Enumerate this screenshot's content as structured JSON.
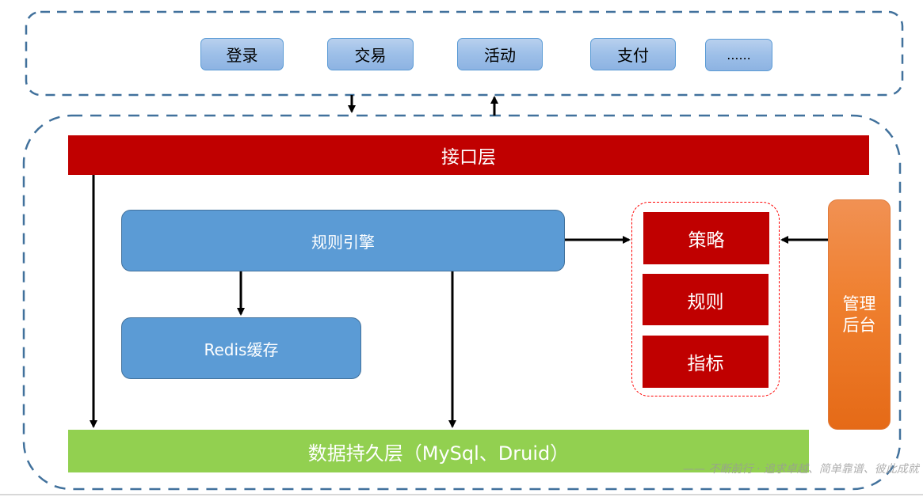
{
  "client_layer": {
    "buttons": [
      {
        "label": "登录"
      },
      {
        "label": "交易"
      },
      {
        "label": "活动"
      },
      {
        "label": "支付"
      },
      {
        "label": "......"
      }
    ]
  },
  "server": {
    "api_layer": {
      "label": "接口层"
    },
    "rule_engine": {
      "label": "规则引擎"
    },
    "redis_cache": {
      "label": "Redis缓存"
    },
    "policy_group": {
      "items": [
        {
          "label": "策略"
        },
        {
          "label": "规则"
        },
        {
          "label": "指标"
        }
      ]
    },
    "admin_console": {
      "label": "管理后台"
    },
    "data_layer": {
      "label": "数据持久层（MySql、Druid）"
    }
  },
  "colors": {
    "dashed_border": "#41719c",
    "api_layer": "#c00000",
    "rule_engine": "#5b9bd5",
    "policy_boxes": "#c00000",
    "policy_group_border": "#ff0000",
    "admin_console": "#ed7d31",
    "data_layer": "#92d050",
    "client_buttons": "#9dc3e6"
  },
  "watermark": {
    "text": "—— 不断前行 · 追求卓越、简单靠谱、彼此成就"
  }
}
